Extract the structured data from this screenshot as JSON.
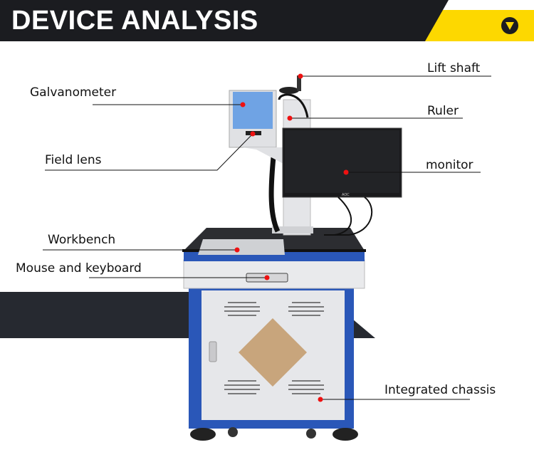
{
  "header": {
    "title": "DEVICE ANALYSIS",
    "icon": "chevron-down-circle-icon",
    "colors": {
      "band": "#1b1c20",
      "accent": "#fdd800"
    }
  },
  "labels": {
    "lift_shaft": "Lift shaft",
    "ruler": "Ruler",
    "monitor": "monitor",
    "galvanometer": "Galvanometer",
    "field_lens": "Field lens",
    "workbench": "Workbench",
    "mouse_keyboard": "Mouse and keyboard",
    "chassis": "Integrated chassis"
  },
  "monitor_brand": "AOC",
  "colors": {
    "marker": "#ee1111",
    "frame_blue": "#2a57b8",
    "galvo_blue": "#6fa3e4"
  }
}
